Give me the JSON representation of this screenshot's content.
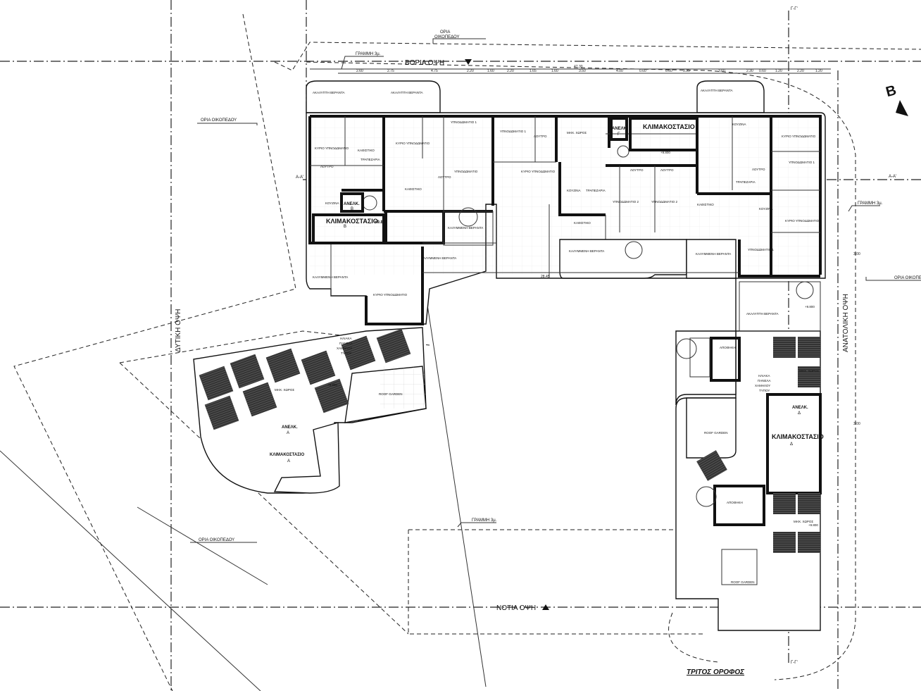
{
  "drawing": {
    "title": "ΤΡΙΤΟΣ ΟΡΟΦΟΣ",
    "north_arrow": "B",
    "plot_boundary_label": "ΟΡΙΑ ΟΙΚΟΠΕΔΟΥ",
    "plot_boundary_label_top": [
      "ΟΡΙΑ",
      "ΟΙΚΟΠΕΔΟΥ"
    ],
    "setback_label": "ΓΡΑΜΜΗ 3μ.",
    "elevations": {
      "north": "ΒΟΡΙΑ ΟΨΗ",
      "south": "ΝΟΤΙΑ ΟΨΗ",
      "west": "ΔΥΤΙΚΗ ΟΨΗ",
      "east": "ΑΝΑΤΟΛΙΚΗ ΟΨΗ"
    },
    "sections": {
      "aa": "Α-Α'",
      "gg": "Γ-Γ'"
    },
    "overall_dims": {
      "top": "47.30",
      "courtyard": "28.45",
      "setback": "3.00"
    },
    "top_dims": [
      "2.60",
      "2.75",
      "4.75",
      "2.20",
      "1.60",
      "2.20",
      "1.65",
      "1.60",
      "3.50",
      "4.00",
      "0.60",
      "0.60",
      "3.35",
      "3.60",
      "2.30",
      "0.60",
      "1.20",
      "2.20",
      "1.20"
    ]
  },
  "stairs": [
    {
      "name": "ΚΛΙΜΑΚΟΣΤΑΣΙΟ",
      "letter": "Α",
      "lift": "ΑΝΕΛΚ."
    },
    {
      "name": "ΚΛΙΜΑΚΟΣΤΑΣΙΟ",
      "letter": "Β",
      "lift": "ΑΝΕΛΚ.",
      "level": "+9.80"
    },
    {
      "name": "ΚΛΙΜΑΚΟΣΤΑΣΙΟ",
      "letter": "Γ",
      "lift": "ΑΝΕΛΚ."
    },
    {
      "name": "ΚΛΙΜΑΚΟΣΤΑΣΙΟ",
      "letter": "Δ",
      "lift": "ΑΝΕΛΚ."
    }
  ],
  "rooms": {
    "master_bedroom": "ΚΥΡΙΟ ΥΠΝΟΔΩΜΑΤΙΟ",
    "bedroom1": "ΥΠΝΟΔΩΜΑΤΙΟ 1",
    "bedroom2": "ΥΠΝΟΔΩΜΑΤΙΟ 2",
    "bedroom": "ΥΠΝΟΔΩΜΑΤΙΟ",
    "living": "ΚΑΘΙΣΤΙΚΟ",
    "kitchen": "ΚΟΥΖΙΝΑ",
    "dining": "ΤΡΑΠΕΖΑΡΙΑ",
    "bath": "ΛΟΥΤΡΟ",
    "covered_veranda": "ΚΑΛΥΜΜΕΝΗ ΒΕΡΑΝΤΑ",
    "open_veranda": "ΑΚΑΛΥΠΤΗ ΒΕΡΑΝΤΑ",
    "storage": "ΑΠΟΘΗΚΗ",
    "mech": "ΜΗΧ. ΧΩΡΟΣ",
    "roof_garden": "ROOF GARDEN",
    "solar": [
      "ΗΛΙΑΚΑ",
      "ΠΑΝΕΛΑ",
      "ΧΑΜΗΛΟΥ",
      "ΤΥΠΟΥ"
    ],
    "wc": "ΛΟΥΤΡΟ",
    "elevation_mark": "+9.800"
  }
}
